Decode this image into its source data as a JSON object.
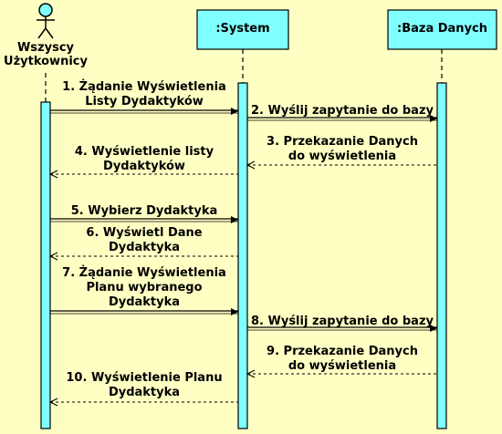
{
  "actors": {
    "user": {
      "label": "Wszyscy\nUżytkownicy"
    },
    "system": {
      "label": ":System"
    },
    "db": {
      "label": ":Baza Danych"
    }
  },
  "messages": [
    {
      "id": "m1",
      "label": "1. Żądanie Wyświetlenia\nListy Dydaktyków",
      "from": "user",
      "to": "system",
      "kind": "call"
    },
    {
      "id": "m2",
      "label": "2. Wyślij zapytanie do bazy",
      "from": "system",
      "to": "db",
      "kind": "call"
    },
    {
      "id": "m3",
      "label": "3. Przekazanie Danych\ndo wyświetlenia",
      "from": "db",
      "to": "system",
      "kind": "return"
    },
    {
      "id": "m4",
      "label": "4. Wyświetlenie listy\nDydaktyków",
      "from": "system",
      "to": "user",
      "kind": "return"
    },
    {
      "id": "m5",
      "label": "5. Wybierz Dydaktyka",
      "from": "user",
      "to": "system",
      "kind": "call"
    },
    {
      "id": "m6",
      "label": "6. Wyświetl Dane\nDydaktyka",
      "from": "system",
      "to": "user",
      "kind": "return"
    },
    {
      "id": "m7",
      "label": "7. Żądanie Wyświetlenia\nPlanu wybranego\nDydaktyka",
      "from": "user",
      "to": "system",
      "kind": "call"
    },
    {
      "id": "m8",
      "label": "8. Wyślij zapytanie do bazy",
      "from": "system",
      "to": "db",
      "kind": "call"
    },
    {
      "id": "m9",
      "label": "9. Przekazanie Danych\ndo wyświetlenia",
      "from": "db",
      "to": "system",
      "kind": "return"
    },
    {
      "id": "m10",
      "label": "10. Wyświetlenie Planu\nDydaktyka",
      "from": "system",
      "to": "user",
      "kind": "return"
    }
  ],
  "colors": {
    "background": "#ffffc4",
    "box_fill": "#80ffff",
    "line": "#000000"
  }
}
